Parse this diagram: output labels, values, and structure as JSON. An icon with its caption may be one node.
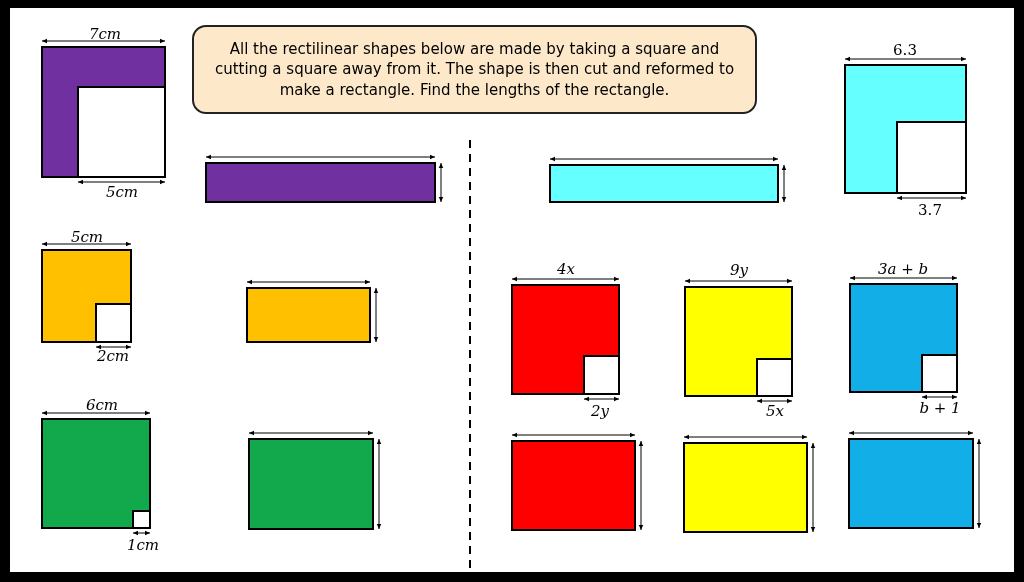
{
  "diagram": {
    "nodes": [
      {
        "text": [
          "All the rectilinear shapes below are made by taking a square and cutting a square away from it. The shape is then cut and reformed to make a rectangle. Find the lengths of the rectangle."
        ]
      }
    ],
    "labels": [
      "7cm",
      "6.3",
      "5cm",
      "3.7",
      "5cm",
      "4x",
      "9y",
      "3a + b",
      "2cm",
      "6cm",
      "2y",
      "5x",
      "b + 1",
      "1cm"
    ]
  }
}
